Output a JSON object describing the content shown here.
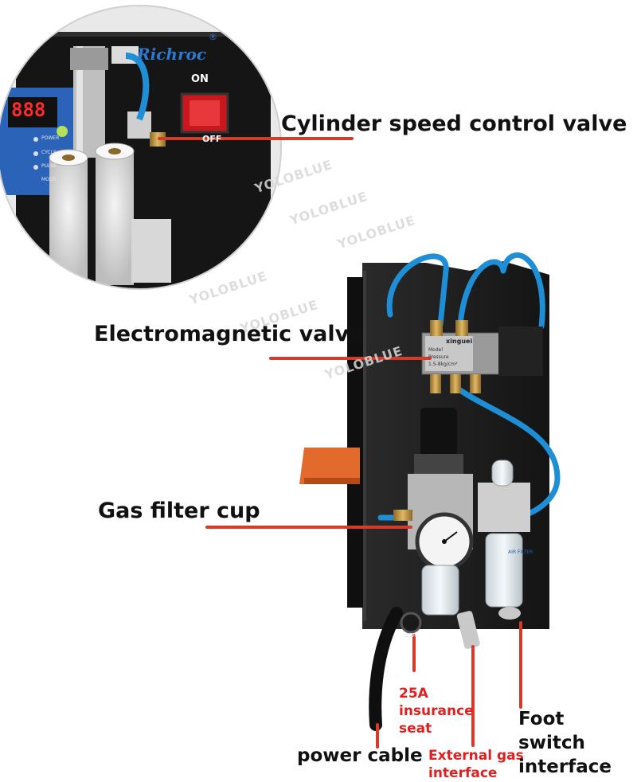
{
  "brand": "Richroc",
  "brand_mark": "®",
  "switch": {
    "on_label": "ON",
    "off_label": "OFF"
  },
  "display": {
    "digits": "888",
    "indicators": [
      "POWER",
      "CYCLE",
      "PULSE",
      "MODE"
    ]
  },
  "valve_brand": "xinguei",
  "valve_plate": [
    "Model",
    "Pressure",
    "1.5-8kg/cm²"
  ],
  "filter_plate": "AIR FILTER",
  "fuse_mark": "25A",
  "watermark": "YOLOBLUE",
  "labels": {
    "cylinder": "Cylinder speed control valve",
    "electromagnetic": "Electromagnetic valve",
    "gas_filter": "Gas filter cup",
    "fuse": "25A insurance seat",
    "external_gas": "External gas interface",
    "foot_switch": "Foot switch interface",
    "power_cable": "power cable"
  },
  "colors": {
    "label_red": "#e02020",
    "callout": "#d63a2a",
    "tube": "#1e8fd6",
    "panel": "#1b1b1b"
  }
}
